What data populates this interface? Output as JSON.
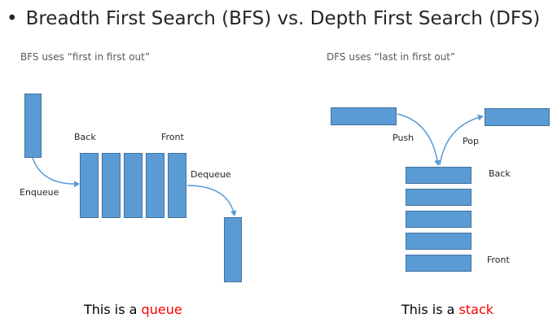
{
  "title": {
    "bullet": "•",
    "text": "Breadth First Search (BFS) vs. Depth First Search (DFS)"
  },
  "bfs": {
    "subtitle": "BFS uses “first in first out”",
    "labels": {
      "back": "Back",
      "front": "Front",
      "enqueue": "Enqueue",
      "dequeue": "Dequeue"
    },
    "caption": {
      "prefix": "This is a ",
      "accent": "queue"
    }
  },
  "dfs": {
    "subtitle": "DFS uses “last in first out”",
    "labels": {
      "push": "Push",
      "pop": "Pop",
      "back": "Back",
      "front": "Front"
    },
    "caption": {
      "prefix": "This is a ",
      "accent": "stack"
    }
  },
  "colors": {
    "box_fill": "#5b9bd5",
    "box_border": "#41719c",
    "accent": "#ff0000",
    "text": "#262626"
  }
}
